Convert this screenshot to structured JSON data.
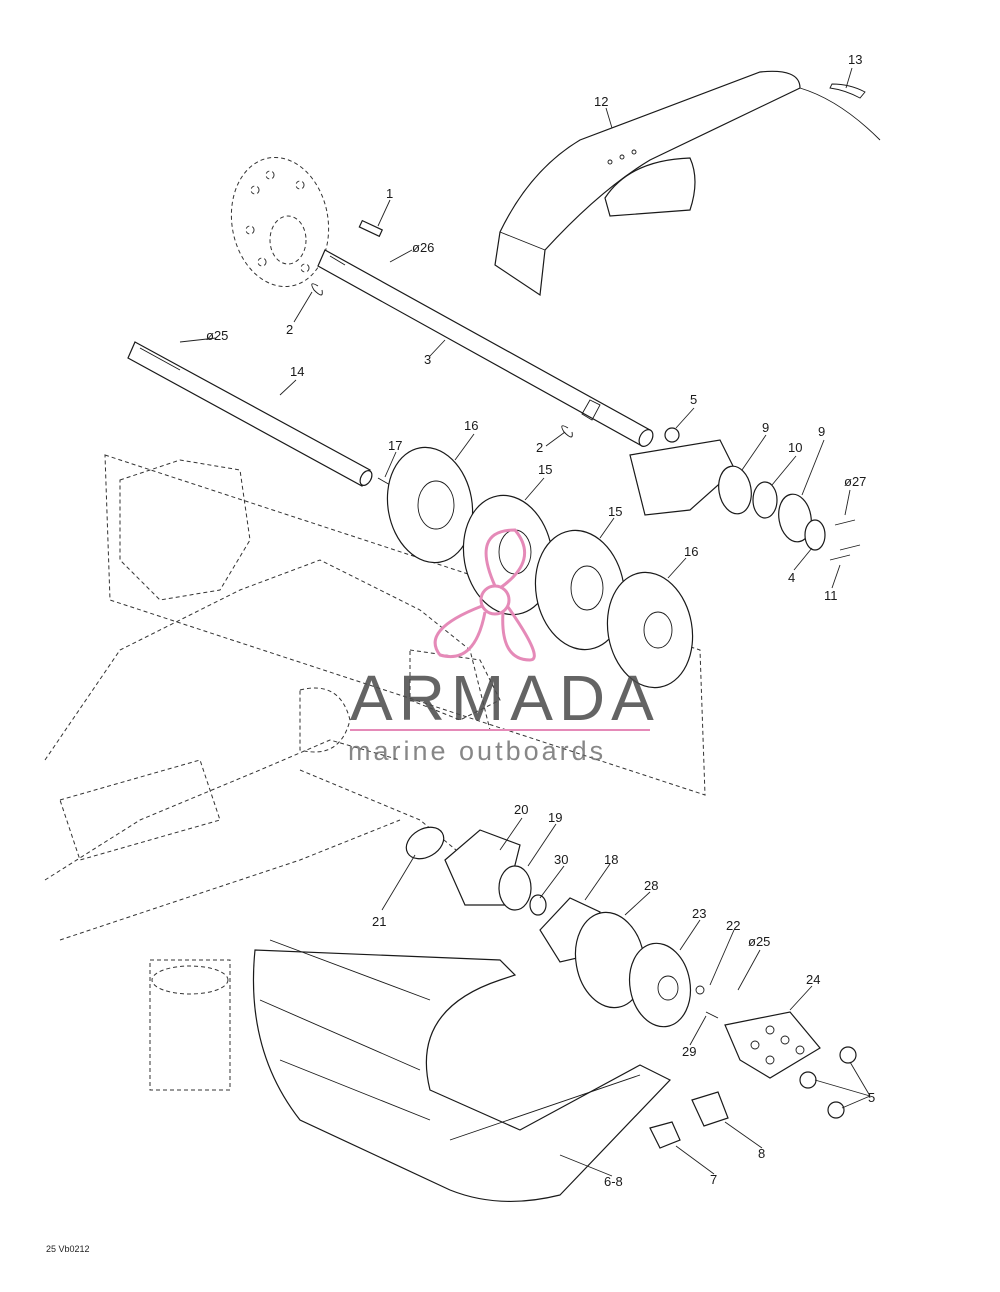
{
  "labels": {
    "p1": "1",
    "p2a": "2",
    "p2b": "2",
    "p3": "3",
    "p4": "4",
    "p5a": "5",
    "p5b": "5",
    "p6_8": "6-8",
    "p7": "7",
    "p8": "8",
    "p9a": "9",
    "p9b": "9",
    "p10": "10",
    "p11": "11",
    "p12": "12",
    "p13": "13",
    "p14": "14",
    "p15a": "15",
    "p15b": "15",
    "p16a": "16",
    "p16b": "16",
    "p17": "17",
    "p18": "18",
    "p19": "19",
    "p20": "20",
    "p21": "21",
    "p22": "22",
    "p23": "23",
    "p24": "24",
    "p25a": "ø25",
    "p25b": "ø25",
    "p26": "ø26",
    "p27": "ø27",
    "p28": "28",
    "p29": "29",
    "p30": "30"
  },
  "watermark": {
    "title": "ARMADA",
    "subtitle": "marine outboards",
    "accent_color": "#e58ab8"
  },
  "reference_code": "25 Vb0212"
}
